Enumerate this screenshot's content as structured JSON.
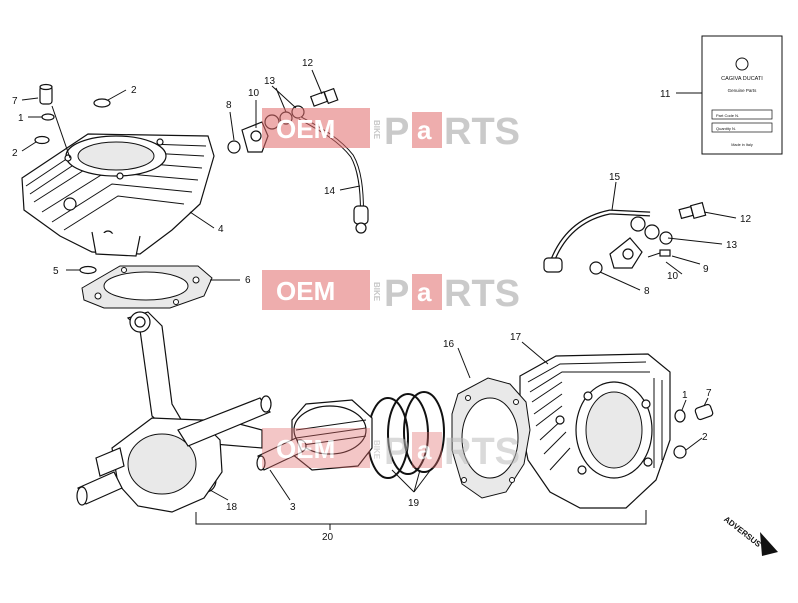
{
  "callouts": {
    "n1": "1",
    "n2": "2",
    "n3": "3",
    "n4": "4",
    "n5": "5",
    "n6": "6",
    "n7": "7",
    "n8": "8",
    "n9": "9",
    "n10": "10",
    "n11": "11",
    "n12": "12",
    "n13": "13",
    "n14": "14",
    "n15": "15",
    "n16": "16",
    "n17": "17",
    "n18": "18",
    "n19": "19",
    "n20": "20"
  },
  "booklet": {
    "brand": "CAGIVA DUCATI",
    "subtitle": "Genuine Parts",
    "field1": "Part Code N.",
    "field2": "Quantity N.",
    "footer": "Made in Italy"
  },
  "watermark": {
    "oem": "OEM",
    "bike": "BIKE",
    "parts_p": "P",
    "parts_a": "a",
    "parts_rest": "RTS"
  },
  "badge": {
    "text": "ADVERSUS"
  }
}
